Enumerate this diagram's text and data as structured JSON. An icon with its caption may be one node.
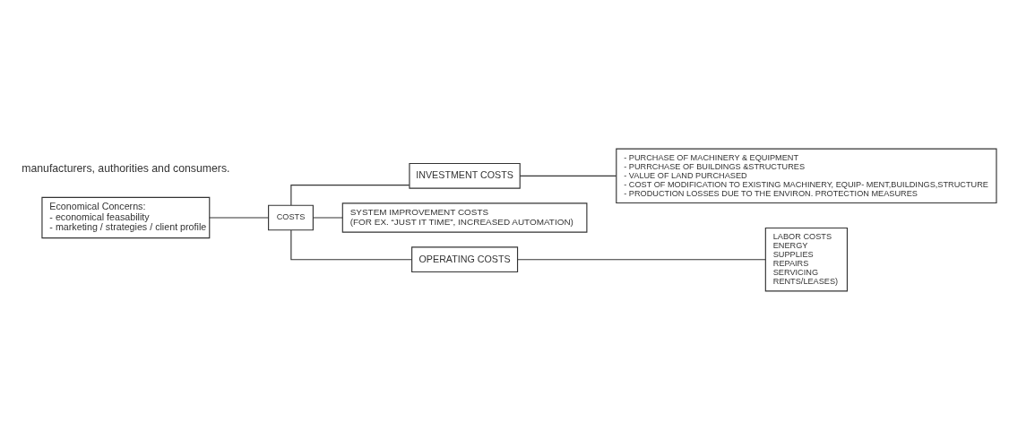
{
  "diagram": {
    "nodes": [
      {
        "text": [
          "Economical Concerns:",
          "- economical feasability",
          "- marketing / strategies / client profile"
        ]
      },
      {
        "text": [
          "COSTS"
        ]
      },
      {
        "text": [
          "INVESTMENT COSTS"
        ]
      },
      {
        "text": [
          "SYSTEM IMPROVEMENT COSTS",
          "(FOR EX. “JUST IT TIME”, INCREASED AUTOMATION)"
        ]
      },
      {
        "text": [
          "OPERATING COSTS"
        ]
      },
      {
        "text": [
          "- PURCHASE OF MACHINERY & EQUIPMENT",
          "- PURRCHASE OF BUILDINGS &STRUCTURES",
          "- VALUE OF LAND PURCHASED",
          "- COST OF MODIFICATION TO EXISTING MACHINERY, EQUIP- MENT,BUILDINGS,STRUCTURE",
          "- PRODUCTION LOSSES DUE TO THE ENVIRON. PROTECTION MEASURES"
        ]
      },
      {
        "text": [
          "LABOR COSTS",
          "ENERGY",
          "SUPPLIES",
          "REPAIRS",
          "SERVICING",
          "RENTS/LEASES)"
        ]
      }
    ],
    "edges": [
      {
        "from": 0,
        "to": 1,
        "arrow": "none"
      },
      {
        "from": 1,
        "to": 2,
        "arrow": "none"
      },
      {
        "from": 1,
        "to": 3,
        "arrow": "none"
      },
      {
        "from": 1,
        "to": 4,
        "arrow": "none"
      },
      {
        "from": 2,
        "to": 5,
        "arrow": "none"
      },
      {
        "from": 4,
        "to": 6,
        "arrow": "none"
      }
    ],
    "labels": [
      "manufacturers, authorities and consumers."
    ]
  }
}
